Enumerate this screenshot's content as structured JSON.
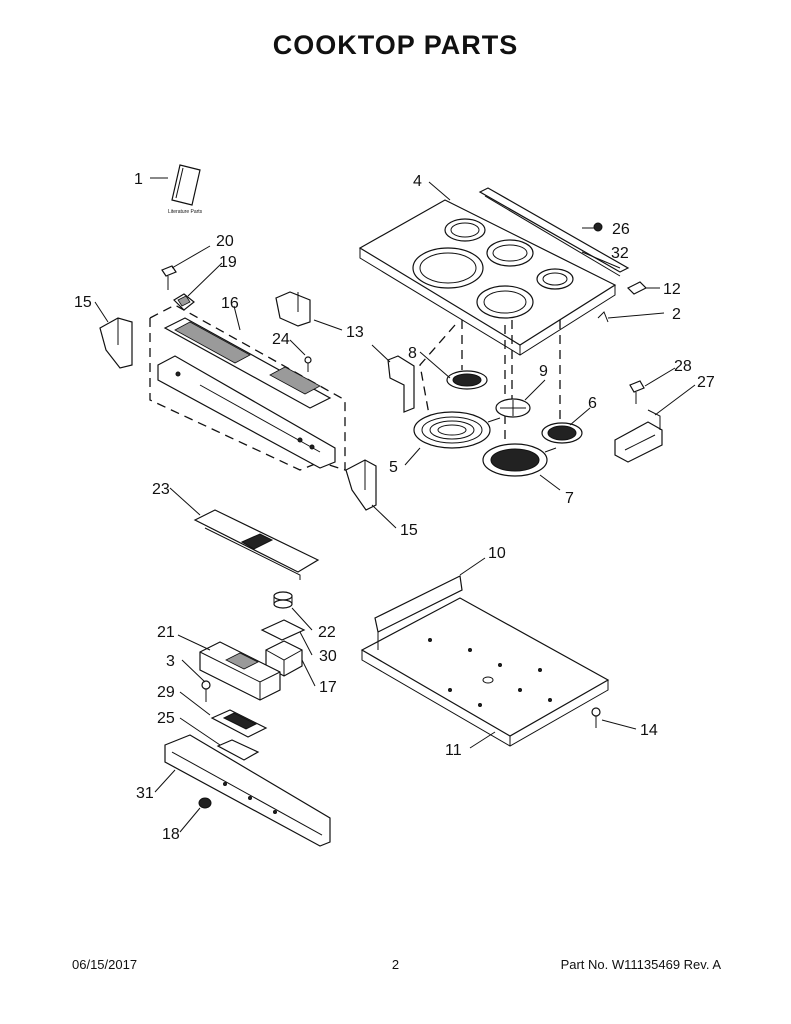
{
  "title": "COOKTOP PARTS",
  "literature_label": "Literature Parts",
  "callouts": [
    "1",
    "2",
    "3",
    "4",
    "5",
    "6",
    "7",
    "8",
    "9",
    "10",
    "11",
    "12",
    "13",
    "14",
    "15",
    "15",
    "16",
    "17",
    "18",
    "19",
    "20",
    "21",
    "22",
    "23",
    "24",
    "25",
    "26",
    "27",
    "28",
    "29",
    "30",
    "31",
    "32"
  ],
  "footer": {
    "date": "06/15/2017",
    "page": "2",
    "part_no": "Part No.  W11135469  Rev.  A"
  }
}
